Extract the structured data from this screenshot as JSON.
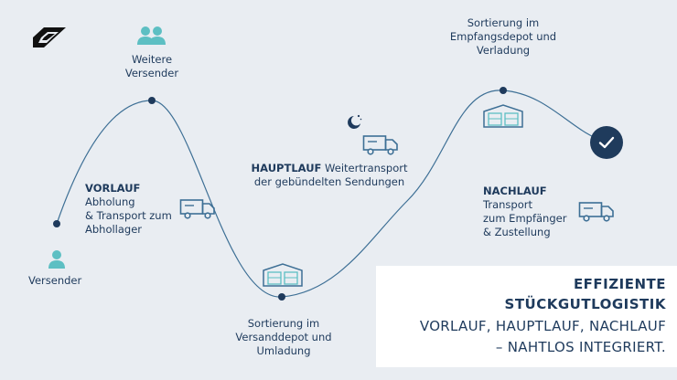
{
  "colors": {
    "background": "#e9edf2",
    "navy": "#1e3a5c",
    "teal": "#5dbfc3",
    "line": "#3d6f95"
  },
  "icons": {
    "logo": "brand-logo-icon",
    "group": "people-group-icon",
    "person": "person-icon",
    "truck": "delivery-truck-icon",
    "moon": "moon-stars-icon",
    "depot": "warehouse-icon",
    "check": "checkmark-icon"
  },
  "steps": {
    "weitere_versender": {
      "line1": "Weitere",
      "line2": "Versender"
    },
    "versender": {
      "label": "Versender"
    },
    "vorlauf": {
      "title": "VORLAUF",
      "line1": " Abholung",
      "line2": "& Transport zum",
      "line3": "Abhollager"
    },
    "sortierung_versand": {
      "line1": "Sortierung im",
      "line2": "Versanddepot und",
      "line3": "Umladung"
    },
    "hauptlauf": {
      "title": "HAUPTLAUF",
      "line1": " Weitertransport",
      "line2": "der gebündelten Sendungen"
    },
    "sortierung_empfang": {
      "line1": "Sortierung im",
      "line2": "Empfangsdepot und",
      "line3": "Verladung"
    },
    "nachlauf": {
      "title": "NACHLAUF",
      "line1": " Transport",
      "line2": "zum Empfänger",
      "line3": "& Zustellung"
    }
  },
  "callout": {
    "heading1": "EFFIZIENTE",
    "heading2": "STÜCKGUTLOGISTIK",
    "text1": "VORLAUF, HAUPTLAUF, NACHLAUF",
    "text2": "– NAHTLOS INTEGRIERT."
  }
}
